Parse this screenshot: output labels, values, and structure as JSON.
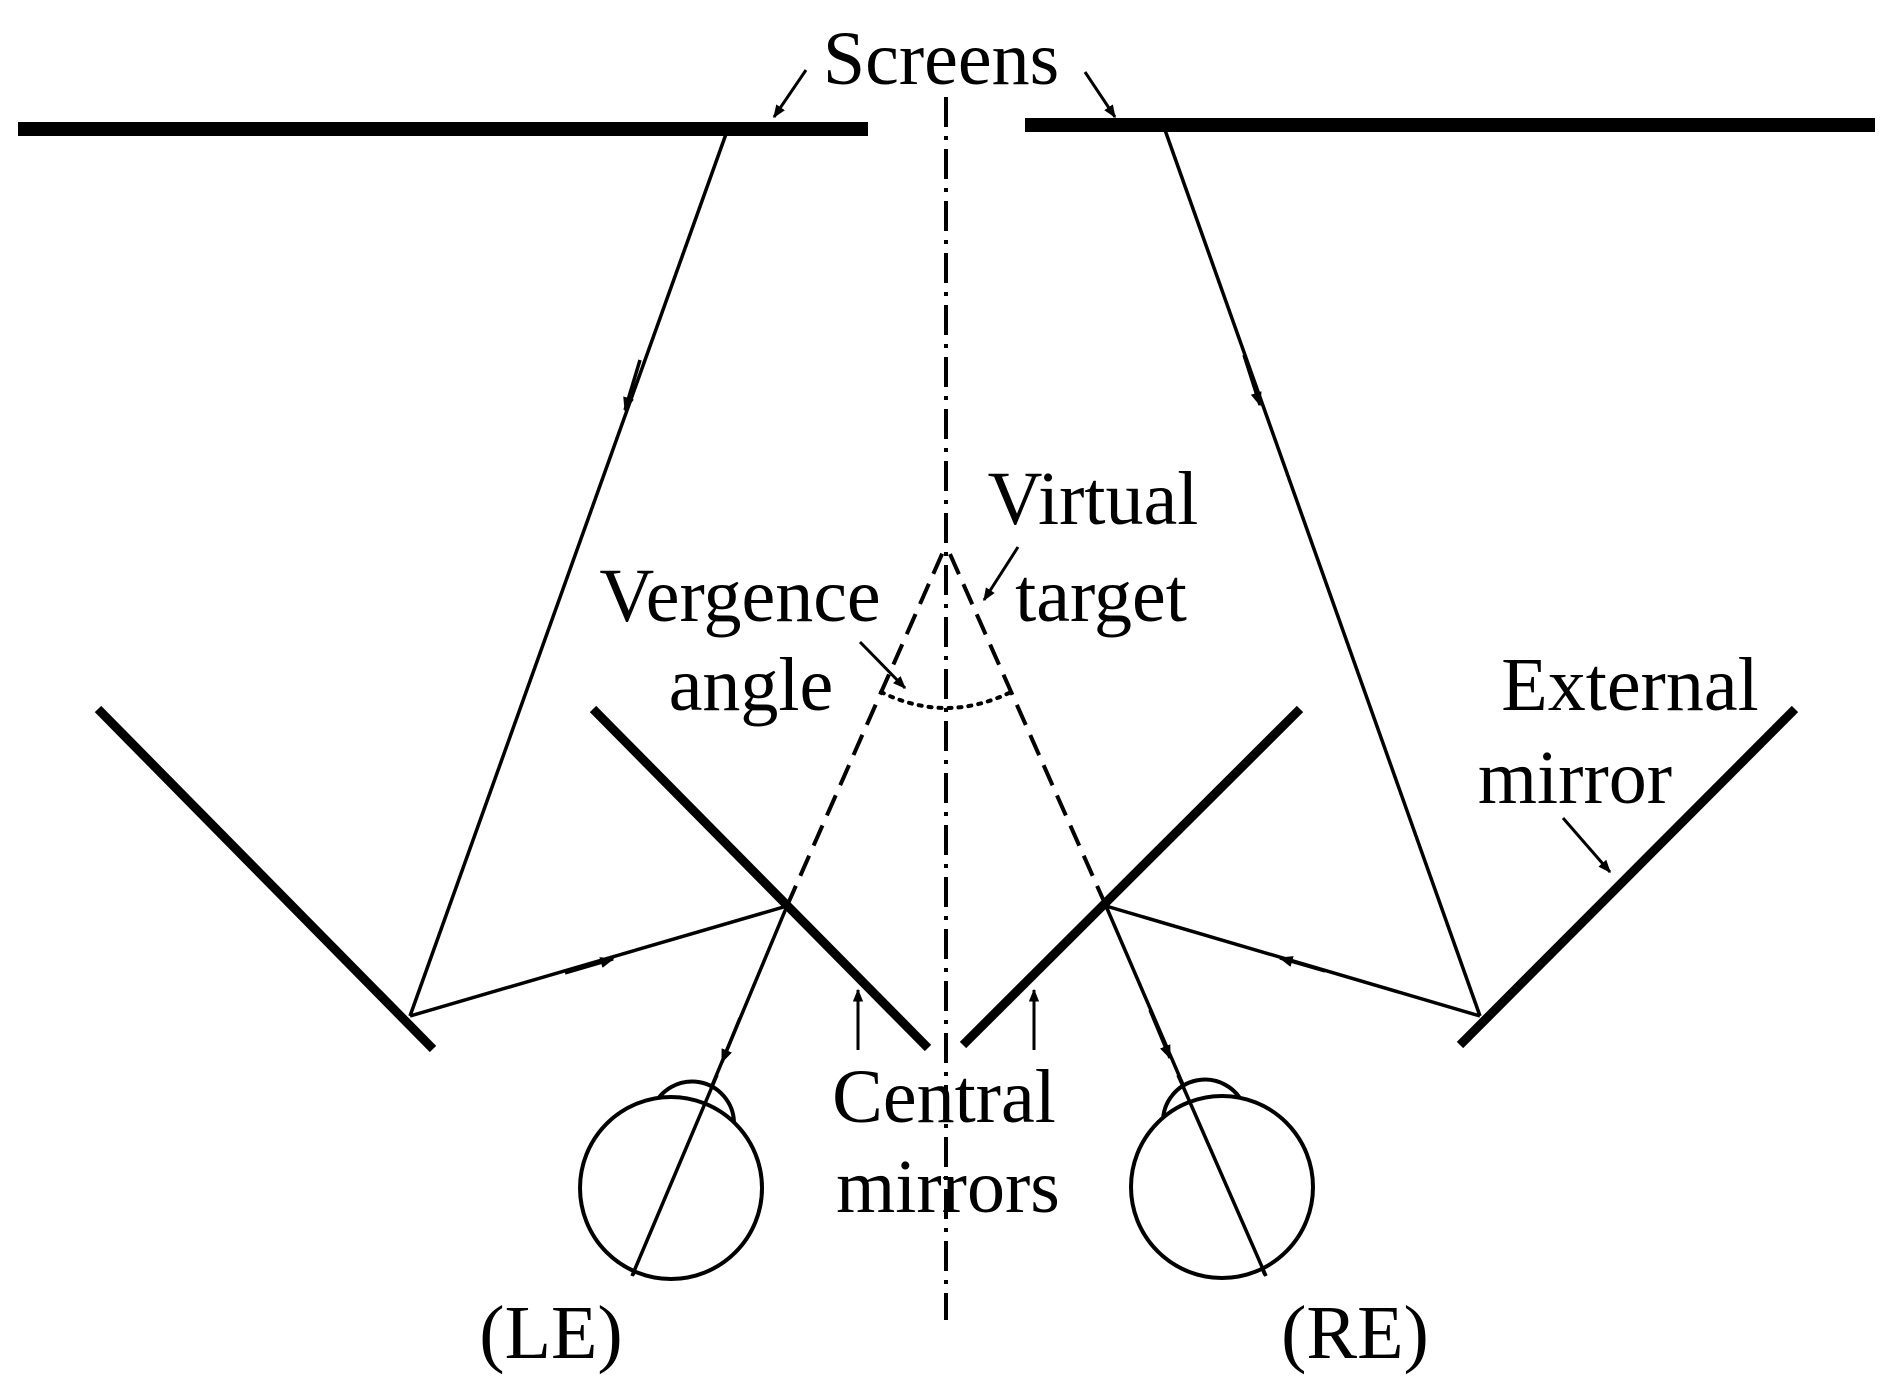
{
  "labels": {
    "screens": "Screens",
    "virtual": "Virtual",
    "target": "target",
    "vergence": "Vergence",
    "angle": "angle",
    "external": "External",
    "mirror": "mirror",
    "central": "Central",
    "mirrors": "mirrors",
    "left_eye": "(LE)",
    "right_eye": "(RE)"
  },
  "colors": {
    "stroke": "#000000",
    "background": "#ffffff"
  }
}
